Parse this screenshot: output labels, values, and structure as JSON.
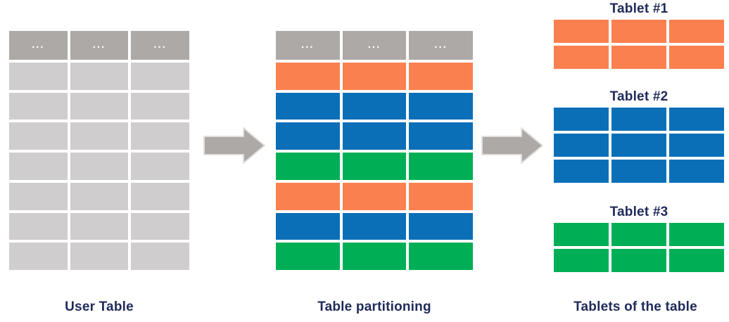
{
  "colors": {
    "header_gray": "#ADA9A7",
    "body_gray": "#CFCDCD",
    "orange": "#FB8050",
    "blue": "#0B6FB8",
    "green": "#00AF55",
    "arrow_gray": "#ADA9A7",
    "text_navy": "#1F2A5A",
    "background": "#FFFFFF"
  },
  "header_cell_text": "...",
  "user_table": {
    "caption": "User Table",
    "columns": 3,
    "header_row": [
      "...",
      "...",
      "..."
    ],
    "body_rows": [
      "body-gray",
      "body-gray",
      "body-gray",
      "body-gray",
      "body-gray",
      "body-gray",
      "body-gray"
    ]
  },
  "partition_table": {
    "caption": "Table partitioning",
    "columns": 3,
    "header_row": [
      "...",
      "...",
      "..."
    ],
    "body_rows": [
      "orange",
      "blue",
      "blue",
      "green",
      "orange",
      "blue",
      "green"
    ]
  },
  "tablets_section": {
    "caption": "Tablets of the table",
    "tablets": [
      {
        "title": "Tablet #1",
        "color": "orange",
        "rows": 2,
        "columns": 3
      },
      {
        "title": "Tablet #2",
        "color": "blue",
        "rows": 3,
        "columns": 3
      },
      {
        "title": "Tablet #3",
        "color": "green",
        "rows": 2,
        "columns": 3
      }
    ]
  },
  "arrows": [
    {
      "name": "arrow-user-to-partition",
      "direction": "right"
    },
    {
      "name": "arrow-partition-to-tablets",
      "direction": "right"
    }
  ]
}
